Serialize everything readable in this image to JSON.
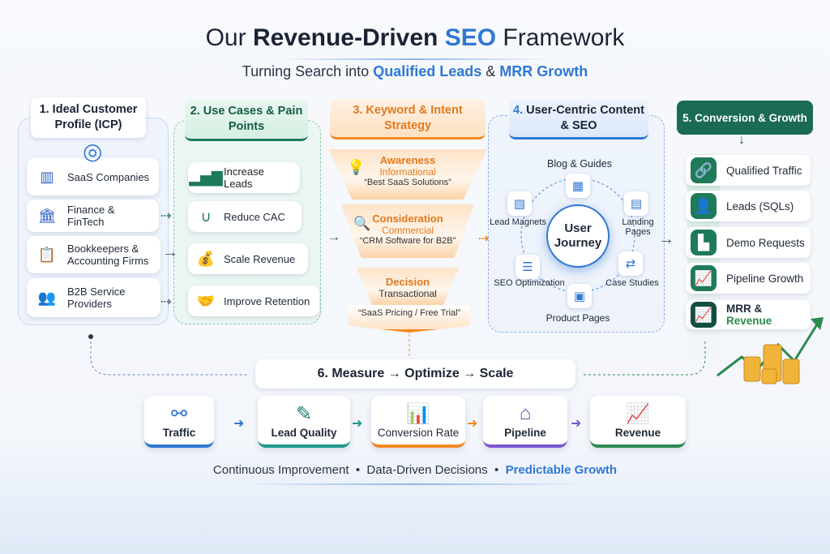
{
  "title": {
    "pre": "Our ",
    "bold": "Revenue-Driven ",
    "blue": "SEO",
    "post": " Framework"
  },
  "subtitle": {
    "pre": "Turning Search into ",
    "b1": "Qualified Leads",
    "mid": " & ",
    "b2": "MRR Growth"
  },
  "icp": {
    "header": "1. Ideal Customer Profile (ICP)",
    "items": [
      {
        "label": "SaaS Companies",
        "icon": "building-icon"
      },
      {
        "label": "Finance & FinTech",
        "icon": "bank-icon"
      },
      {
        "label": "Bookkeepers & Accounting Firms",
        "icon": "clipboard-icon"
      },
      {
        "label": "B2B Service Providers",
        "icon": "people-icon"
      }
    ]
  },
  "usecases": {
    "header": "2. Use Cases & Pain Points",
    "items": [
      {
        "label": "Increase Leads",
        "icon": "bar-chart-icon"
      },
      {
        "label": "Reduce CAC",
        "icon": "magnet-icon"
      },
      {
        "label": "Scale Revenue",
        "icon": "money-bag-icon"
      },
      {
        "label": "Improve Retention",
        "icon": "handshake-icon"
      }
    ]
  },
  "keyword": {
    "header": "3. Keyword & Intent Strategy",
    "stages": [
      {
        "stage": "Awareness",
        "intent": "Informational",
        "example": "“Best SaaS Solutions”"
      },
      {
        "stage": "Consideration",
        "intent": "Commercial",
        "example": "“CRM Software for B2B”"
      },
      {
        "stage": "Decision",
        "intent": "Transactional",
        "example": "“SaaS Pricing / Free Trial”"
      }
    ]
  },
  "content": {
    "header_num": "4.",
    "header": " User-Centric Content & SEO",
    "center": "User Journey",
    "nodes": [
      "Blog & Guides",
      "Landing Pages",
      "Case Studies",
      "Product Pages",
      "SEO Optimization",
      "Lead Magnets"
    ]
  },
  "conversion": {
    "header": "5. Conversion & Growth",
    "items": [
      "Qualified Traffic",
      "Leads (SQLs)",
      "Demo Requests",
      "Pipeline Growth"
    ],
    "last_pre": "MRR & ",
    "last_green": "Revenue"
  },
  "measure": {
    "title": "6.  Measure → Optimize → Scale",
    "metrics": [
      {
        "label": "Traffic",
        "color": "#2f78d4"
      },
      {
        "label": "Lead Quality",
        "color": "#1e9a8c"
      },
      {
        "label": "Conversion Rate",
        "color": "#f08a24"
      },
      {
        "label": "Pipeline",
        "color": "#7b57d1"
      },
      {
        "label": "Revenue",
        "color": "#2b8a4e"
      }
    ]
  },
  "footer": {
    "a": "Continuous Improvement",
    "b": "Data-Driven Decisions",
    "c": "Predictable Growth"
  }
}
